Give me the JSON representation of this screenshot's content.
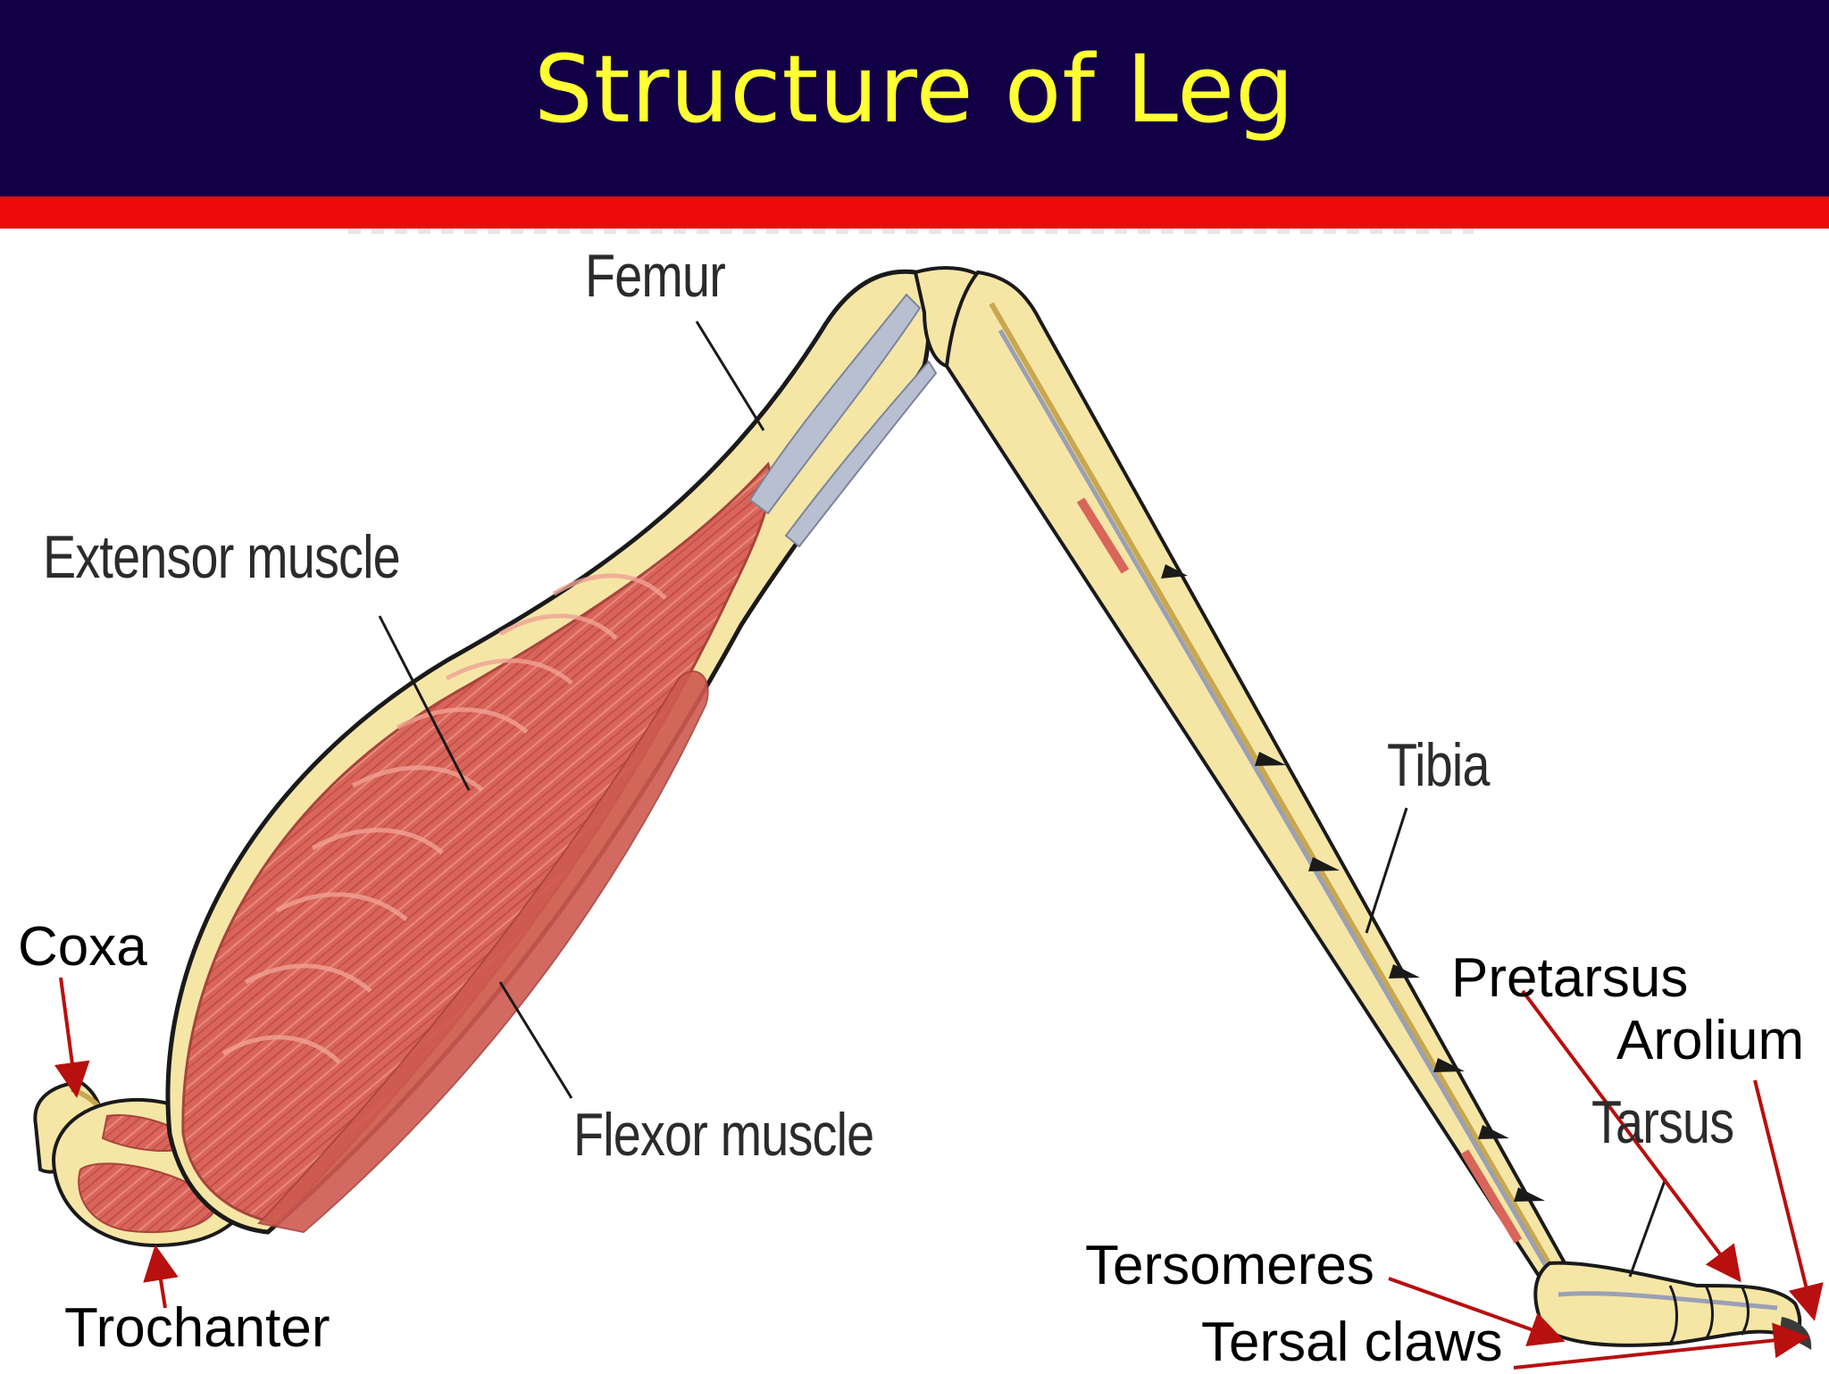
{
  "slide": {
    "title": "Structure of Leg",
    "colors": {
      "header_bg": "#120046",
      "title_text": "#ffff33",
      "divider": "#ee0a0a",
      "pointer_arrows": "#b80f0f",
      "muscle": "#d9655a",
      "cuticle": "#f5e6a6",
      "tendon": "#b8bfd0"
    }
  },
  "diagram": {
    "figure_labels": {
      "femur": "Femur",
      "extensor_muscle": "Extensor muscle",
      "flexor_muscle": "Flexor muscle",
      "tibia": "Tibia",
      "tarsus": "Tarsus"
    },
    "added_labels": {
      "coxa": "Coxa",
      "trochanter": "Trochanter",
      "pretarsus": "Pretarsus",
      "arolium": "Arolium",
      "tersomeres": "Tersomeres",
      "tersal_claws": "Tersal claws"
    }
  }
}
